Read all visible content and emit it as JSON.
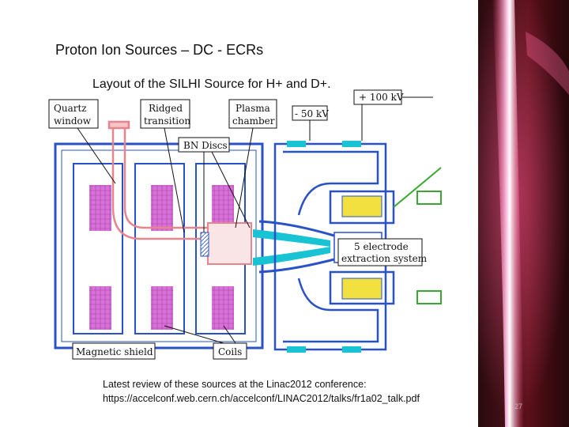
{
  "slide": {
    "title": "Proton Ion Sources – DC - ECRs",
    "subtitle": "Layout of the SILHI Source for H+ and D+.",
    "page_number": "27"
  },
  "diagram": {
    "labels": {
      "quartz_line1": "Quartz",
      "quartz_line2": "window",
      "ridged_line1": "Ridged",
      "ridged_line2": "transition",
      "plasma_line1": "Plasma",
      "plasma_line2": "chamber",
      "hv_plus": "+ 100 kV",
      "hv_minus": "- 50 kV",
      "bn_discs": "BN Discs",
      "electrode_line1": "5 electrode",
      "electrode_line2": "extraction system",
      "magnetic_shield": "Magnetic shield",
      "coils": "Coils"
    },
    "colors": {
      "coil": "#d872d8",
      "structure": "#2a52c8",
      "insulator": "#18c4d4",
      "chamber": "#e8858c",
      "ground": "#3aa830"
    }
  },
  "caption": {
    "line1": "Latest review of these sources at the Linac2012 conference:",
    "line2": "https://accelconf.web.cern.ch/accelconf/LINAC2012/talks/fr1a02_talk.pdf"
  }
}
